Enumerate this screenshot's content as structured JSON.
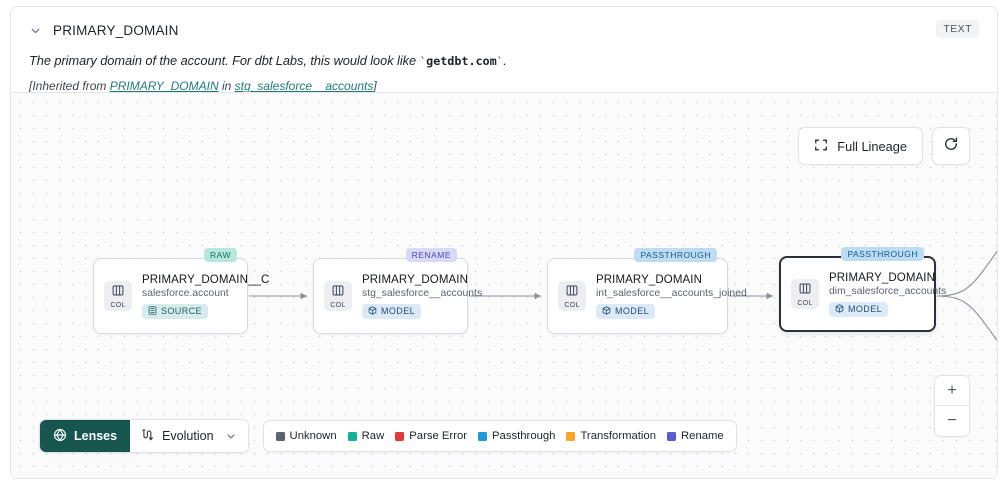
{
  "header": {
    "title": "PRIMARY_DOMAIN",
    "type_badge": "TEXT",
    "chevron_icon": "chevron-down-icon",
    "description_pre": "The primary domain of the account. For dbt Labs, this would look like ",
    "description_code": "getdbt.com",
    "description_post": ".",
    "inherited_prefix": "[Inherited from ",
    "inherited_column": "PRIMARY_DOMAIN",
    "inherited_middle": " in ",
    "inherited_table": "stg_salesforce__accounts",
    "inherited_suffix": "]"
  },
  "lineage_toolbar": {
    "full_lineage_label": "Full Lineage",
    "full_lineage_icon": "expand-corners-icon",
    "refresh_icon": "refresh-icon"
  },
  "zoom_controls": {
    "zoom_in_label": "+",
    "zoom_out_label": "−"
  },
  "nodes": [
    {
      "tag": "RAW",
      "tag_kind": "raw",
      "column": "PRIMARY_DOMAIN__C",
      "table": "salesforce.account",
      "kind_label": "SOURCE",
      "kind_type": "source",
      "kind_icon": "database-icon",
      "col_icon": "columns-icon",
      "col_label": "COL",
      "selected": false
    },
    {
      "tag": "RENAME",
      "tag_kind": "rename",
      "column": "PRIMARY_DOMAIN",
      "table": "stg_salesforce__accounts",
      "kind_label": "MODEL",
      "kind_type": "model",
      "kind_icon": "cube-icon",
      "col_icon": "columns-icon",
      "col_label": "COL",
      "selected": false
    },
    {
      "tag": "PASSTHROUGH",
      "tag_kind": "passthrough",
      "column": "PRIMARY_DOMAIN",
      "table": "int_salesforce__accounts_joined",
      "kind_label": "MODEL",
      "kind_type": "model",
      "kind_icon": "cube-icon",
      "col_icon": "columns-icon",
      "col_label": "COL",
      "selected": false
    },
    {
      "tag": "PASSTHROUGH",
      "tag_kind": "passthrough",
      "column": "PRIMARY_DOMAIN",
      "table": "dim_salesforce_accounts",
      "kind_label": "MODEL",
      "kind_type": "model",
      "kind_icon": "cube-icon",
      "col_icon": "columns-icon",
      "col_label": "COL",
      "selected": true
    }
  ],
  "bottom_bar": {
    "lenses_label": "Lenses",
    "lenses_icon": "aperture-icon",
    "evolution_label": "Evolution",
    "evolution_icon": "evolution-path-icon",
    "evolution_chevron": "chevron-down-icon",
    "legend": [
      {
        "label": "Unknown",
        "color": "#5b6270"
      },
      {
        "label": "Raw",
        "color": "#13b19a"
      },
      {
        "label": "Parse Error",
        "color": "#e53935"
      },
      {
        "label": "Passthrough",
        "color": "#1d9bd7"
      },
      {
        "label": "Transformation",
        "color": "#f5a623"
      },
      {
        "label": "Rename",
        "color": "#5b5bd6"
      }
    ]
  }
}
